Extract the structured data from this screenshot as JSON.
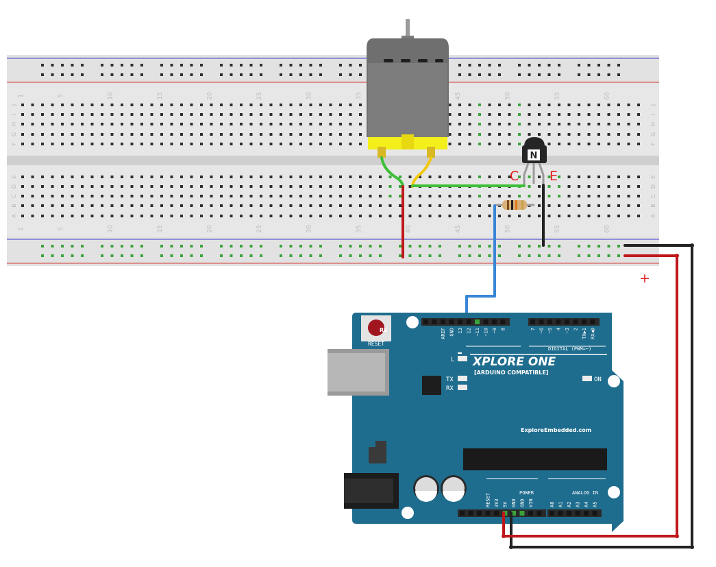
{
  "breadboard": {
    "column_numbers": [
      "1",
      "5",
      "10",
      "15",
      "20",
      "25",
      "30",
      "35",
      "40",
      "45",
      "50",
      "55",
      "60"
    ],
    "top_row_letters": [
      "J",
      "I",
      "H",
      "G",
      "F"
    ],
    "bottom_row_letters": [
      "E",
      "D",
      "C",
      "B",
      "A"
    ]
  },
  "transistor": {
    "type_mark": "N",
    "collector_label": "C",
    "emitter_label": "E"
  },
  "supply": {
    "plus_label": "+"
  },
  "arduino": {
    "title": "XPLORE  ONE",
    "subtitle": "[ARDUINO COMPATIBLE]",
    "website": "ExploreEmbedded.com",
    "reset_label": "RESET",
    "reset_button_mark": "RE",
    "led_l": "L",
    "led_tx": "TX",
    "led_rx": "RX",
    "led_on": "ON",
    "digital_header": "DIGITAL (PWM=~)",
    "digital_pins": [
      "AREF",
      "GND",
      "13",
      "12",
      "~11",
      "~10",
      "~9",
      "8",
      "7",
      "~6",
      "~5",
      "4",
      "~3",
      "2",
      "TX▶1",
      "RX◀0"
    ],
    "power_header": "POWER",
    "power_pins": [
      "RESET",
      "3V3",
      "5V",
      "GND",
      "GND",
      "VIN"
    ],
    "analog_header": "ANALOG IN",
    "analog_pins": [
      "A0",
      "A1",
      "A2",
      "A3",
      "A4",
      "A5"
    ]
  },
  "colors": {
    "board_blue": "#1f6d8e",
    "wire_red": "#c0171b",
    "wire_black": "#222222",
    "wire_blue": "#3a86d6",
    "wire_green": "#3fbf3a",
    "wire_yellow": "#f2c80f",
    "motor_yellow": "#f3ef1a",
    "label_red": "#e0211f"
  }
}
